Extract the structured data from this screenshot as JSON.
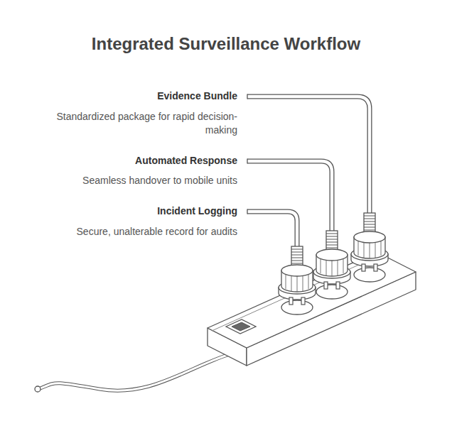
{
  "diagram": {
    "title": "Integrated Surveillance Workflow",
    "labels": [
      "Evidence Bundle",
      "Standardized package for rapid decision-making",
      "Automated Response",
      "Seamless handover to mobile units",
      "Incident Logging",
      "Secure, unalterable record for audits"
    ]
  }
}
